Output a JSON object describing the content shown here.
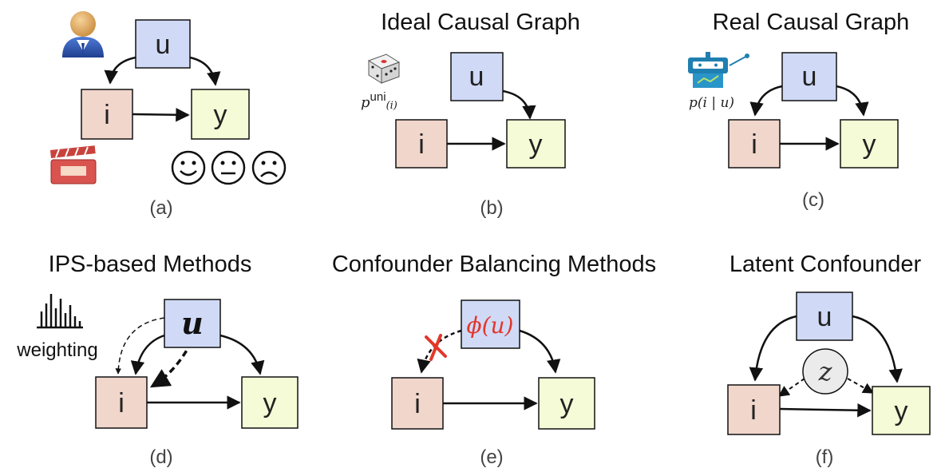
{
  "colors": {
    "user_node": "#d0daf7",
    "item_node": "#f1d6cc",
    "outcome_node": "#f4fbd6",
    "latent_node": "#ebebeb",
    "highlight_red": "#e2372b",
    "edge": "#111111"
  },
  "nodes": {
    "u": "u",
    "i": "i",
    "y": "y",
    "z": "z",
    "u_bold": "u"
  },
  "panels": {
    "a": {
      "caption": "(a)"
    },
    "b": {
      "title": "Ideal Causal Graph",
      "caption": "(b)",
      "policy_label": "p",
      "policy_sup": "uni",
      "policy_sub": "(i)"
    },
    "c": {
      "title": "Real Causal Graph",
      "caption": "(c)",
      "policy_label": "p(i | u)"
    },
    "d": {
      "title": "IPS-based Methods",
      "caption": "(d)",
      "weight_label": "weighting"
    },
    "e": {
      "title": "Confounder Balancing Methods",
      "caption": "(e)",
      "phi_label": "ϕ(u)"
    },
    "f": {
      "title": "Latent Confounder",
      "caption": "(f)"
    }
  },
  "icons": [
    "user-icon",
    "movie-clapper-icon",
    "happy-face-icon",
    "neutral-face-icon",
    "sad-face-icon",
    "dice-icon",
    "robot-icon",
    "histogram-icon"
  ]
}
